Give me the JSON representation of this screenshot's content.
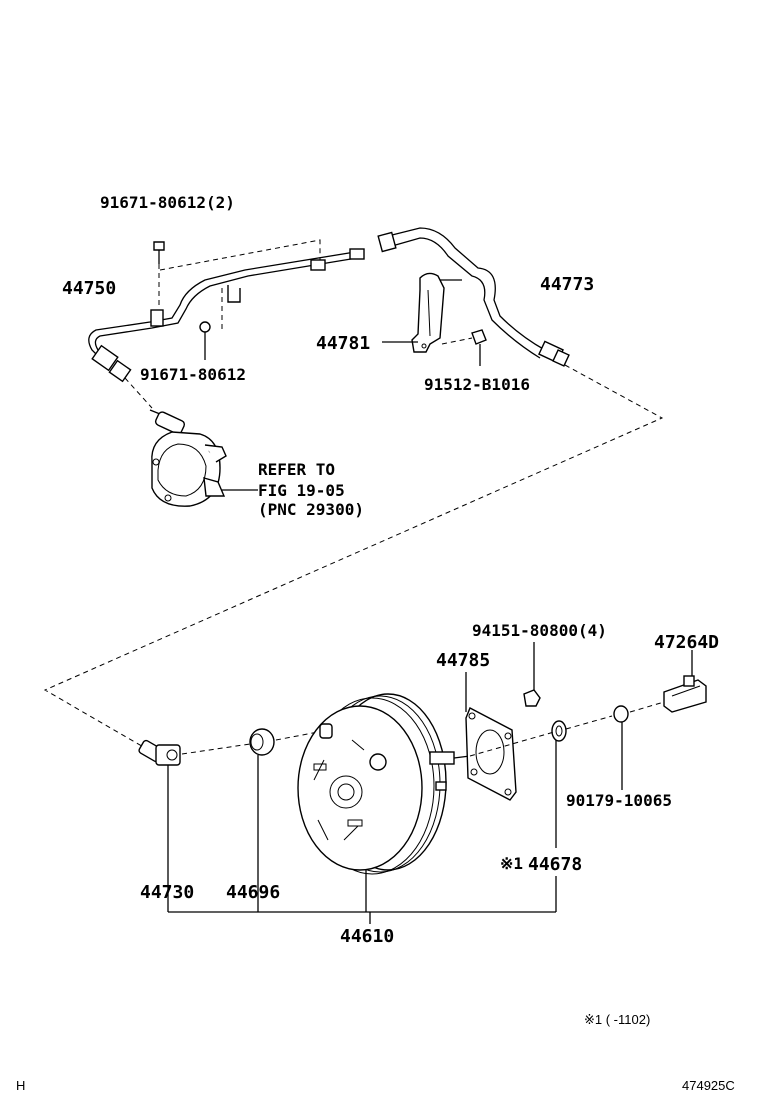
{
  "labels": {
    "clamp_bolt_2": "91671-80612(2)",
    "hose_left": "44750",
    "clamp_bolt": "91671-80612",
    "hose_right": "44773",
    "bracket": "44781",
    "bracket_bolt": "91512-B1016",
    "refer_line1": "REFER TO",
    "refer_line2": "FIG 19-05",
    "refer_line3": "(PNC 29300)",
    "nut_4": "94151-80800(4)",
    "gasket": "44785",
    "clevis": "47264D",
    "retainer": "90179-10065",
    "seal_prefix": "※1",
    "seal": "44678",
    "check_valve": "44730",
    "grommet": "44696",
    "booster": "44610",
    "footnote": "※1 (      -1102)",
    "corner_mark": "H",
    "figure_code": "474925C"
  },
  "icons": [
    "vacuum-pump-icon",
    "brake-booster-icon",
    "vacuum-hose-icon",
    "gasket-plate-icon",
    "check-valve-icon",
    "grommet-icon",
    "clevis-icon",
    "bracket-icon",
    "bolt-icon",
    "nut-icon"
  ]
}
